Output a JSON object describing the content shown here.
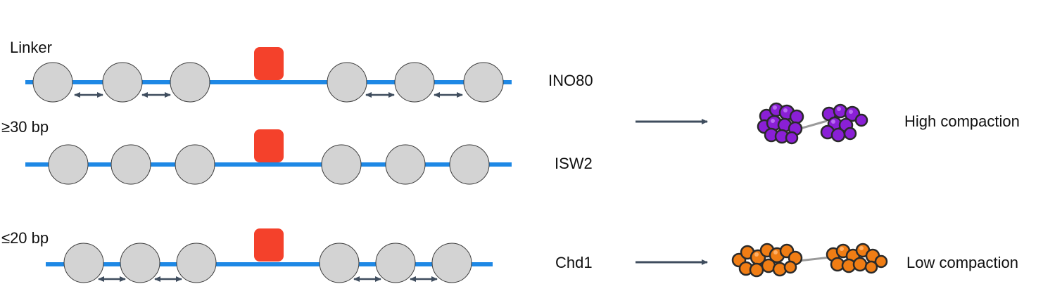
{
  "labels": {
    "linker": "Linker",
    "spacing_long": "≥30 bp",
    "spacing_short": "≤20 bp"
  },
  "remodelers": [
    "INO80",
    "ISW2",
    "Chd1"
  ],
  "outcomes": {
    "high": "High compaction",
    "low": "Low compaction"
  },
  "colors": {
    "dna": "#1e88e5",
    "nucleosome_fill": "#d3d3d3",
    "nucleosome_stroke": "#3a3a3a",
    "barrier": "#f4412b",
    "arrow": "#3f4d5e",
    "high_compaction": "#8a1fd6",
    "low_compaction": "#f07d14"
  },
  "icons": {
    "nucleosome": "gray-circle",
    "barrier": "red-rounded-square",
    "spacing_arrow": "double-headed-arrow",
    "transition_arrow": "right-arrow",
    "high_compaction_structure": "purple-nucleosome-cluster",
    "low_compaction_structure": "orange-nucleosome-cluster"
  }
}
